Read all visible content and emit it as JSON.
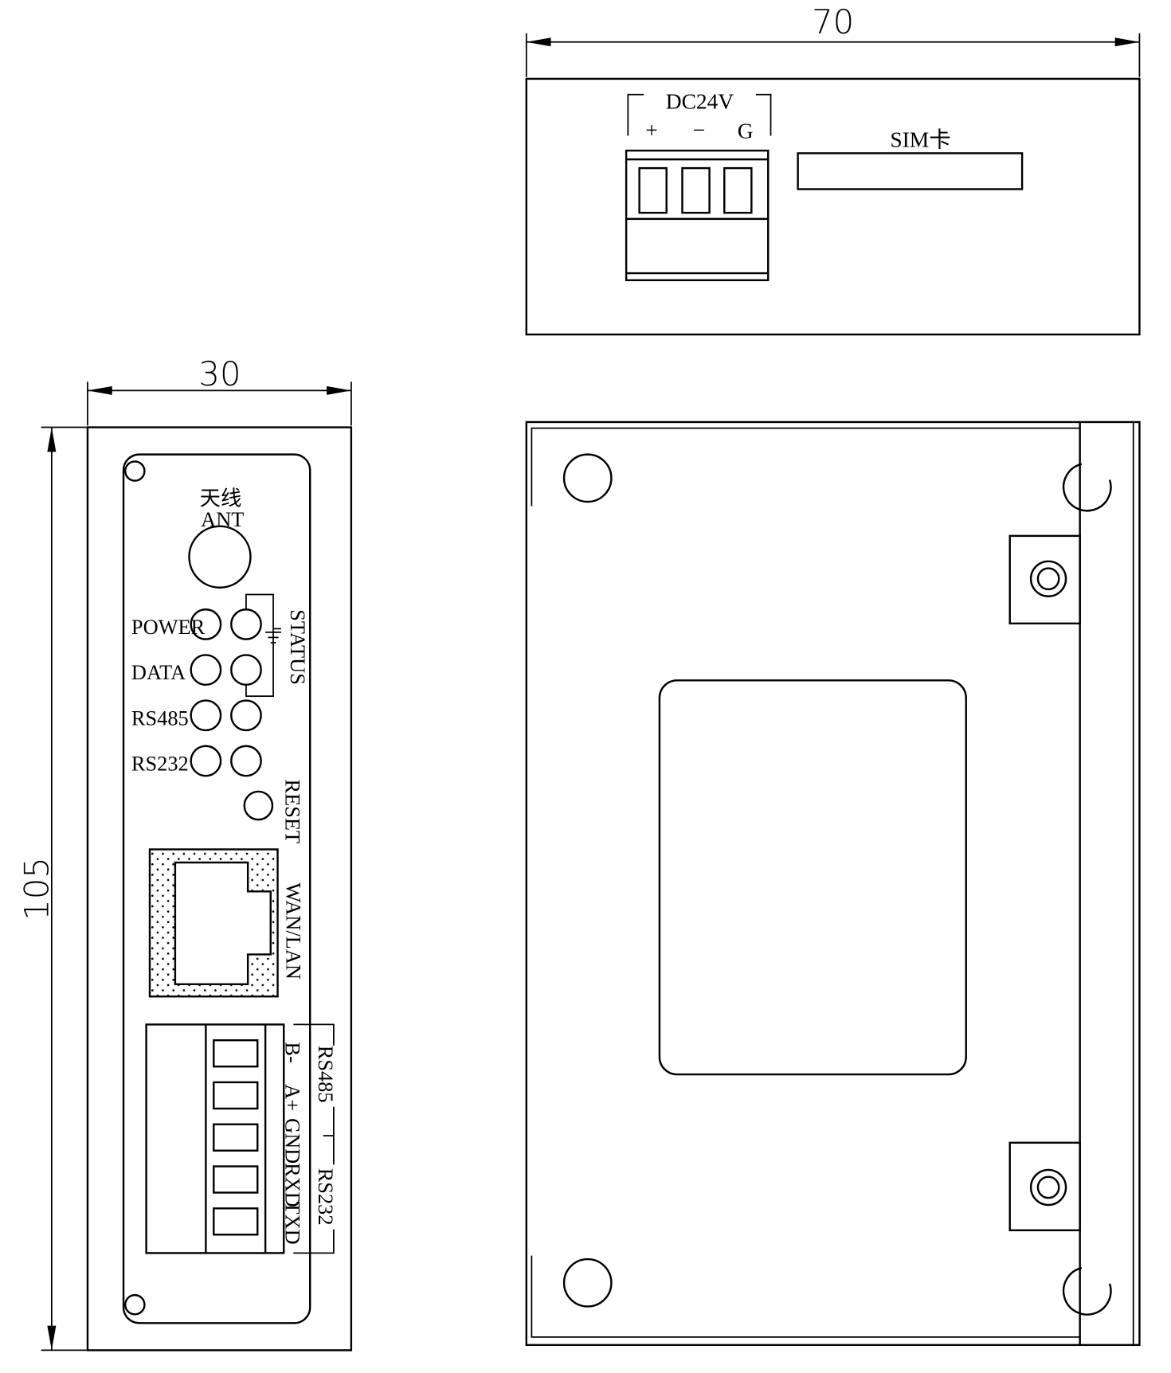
{
  "dimensions": {
    "width_top": "70",
    "width_front": "30",
    "height_front": "105"
  },
  "top_view": {
    "power_label": "DC24V",
    "terminal_plus": "+",
    "terminal_minus": "−",
    "terminal_ground": "G",
    "sim_label": "SIM卡"
  },
  "front_panel": {
    "antenna_label_cn": "天线",
    "antenna_label_en": "ANT",
    "led_power": "POWER",
    "led_data": "DATA",
    "led_rs485": "RS485",
    "led_rs232": "RS232",
    "status_label": "STATUS",
    "reset_label": "RESET",
    "ethernet_label": "WAN/LAN",
    "terminal_pins": [
      "B-",
      "A+",
      "GND",
      "RXD",
      "TXD"
    ],
    "bus_rs485": "RS485",
    "bus_rs232": "RS232"
  }
}
